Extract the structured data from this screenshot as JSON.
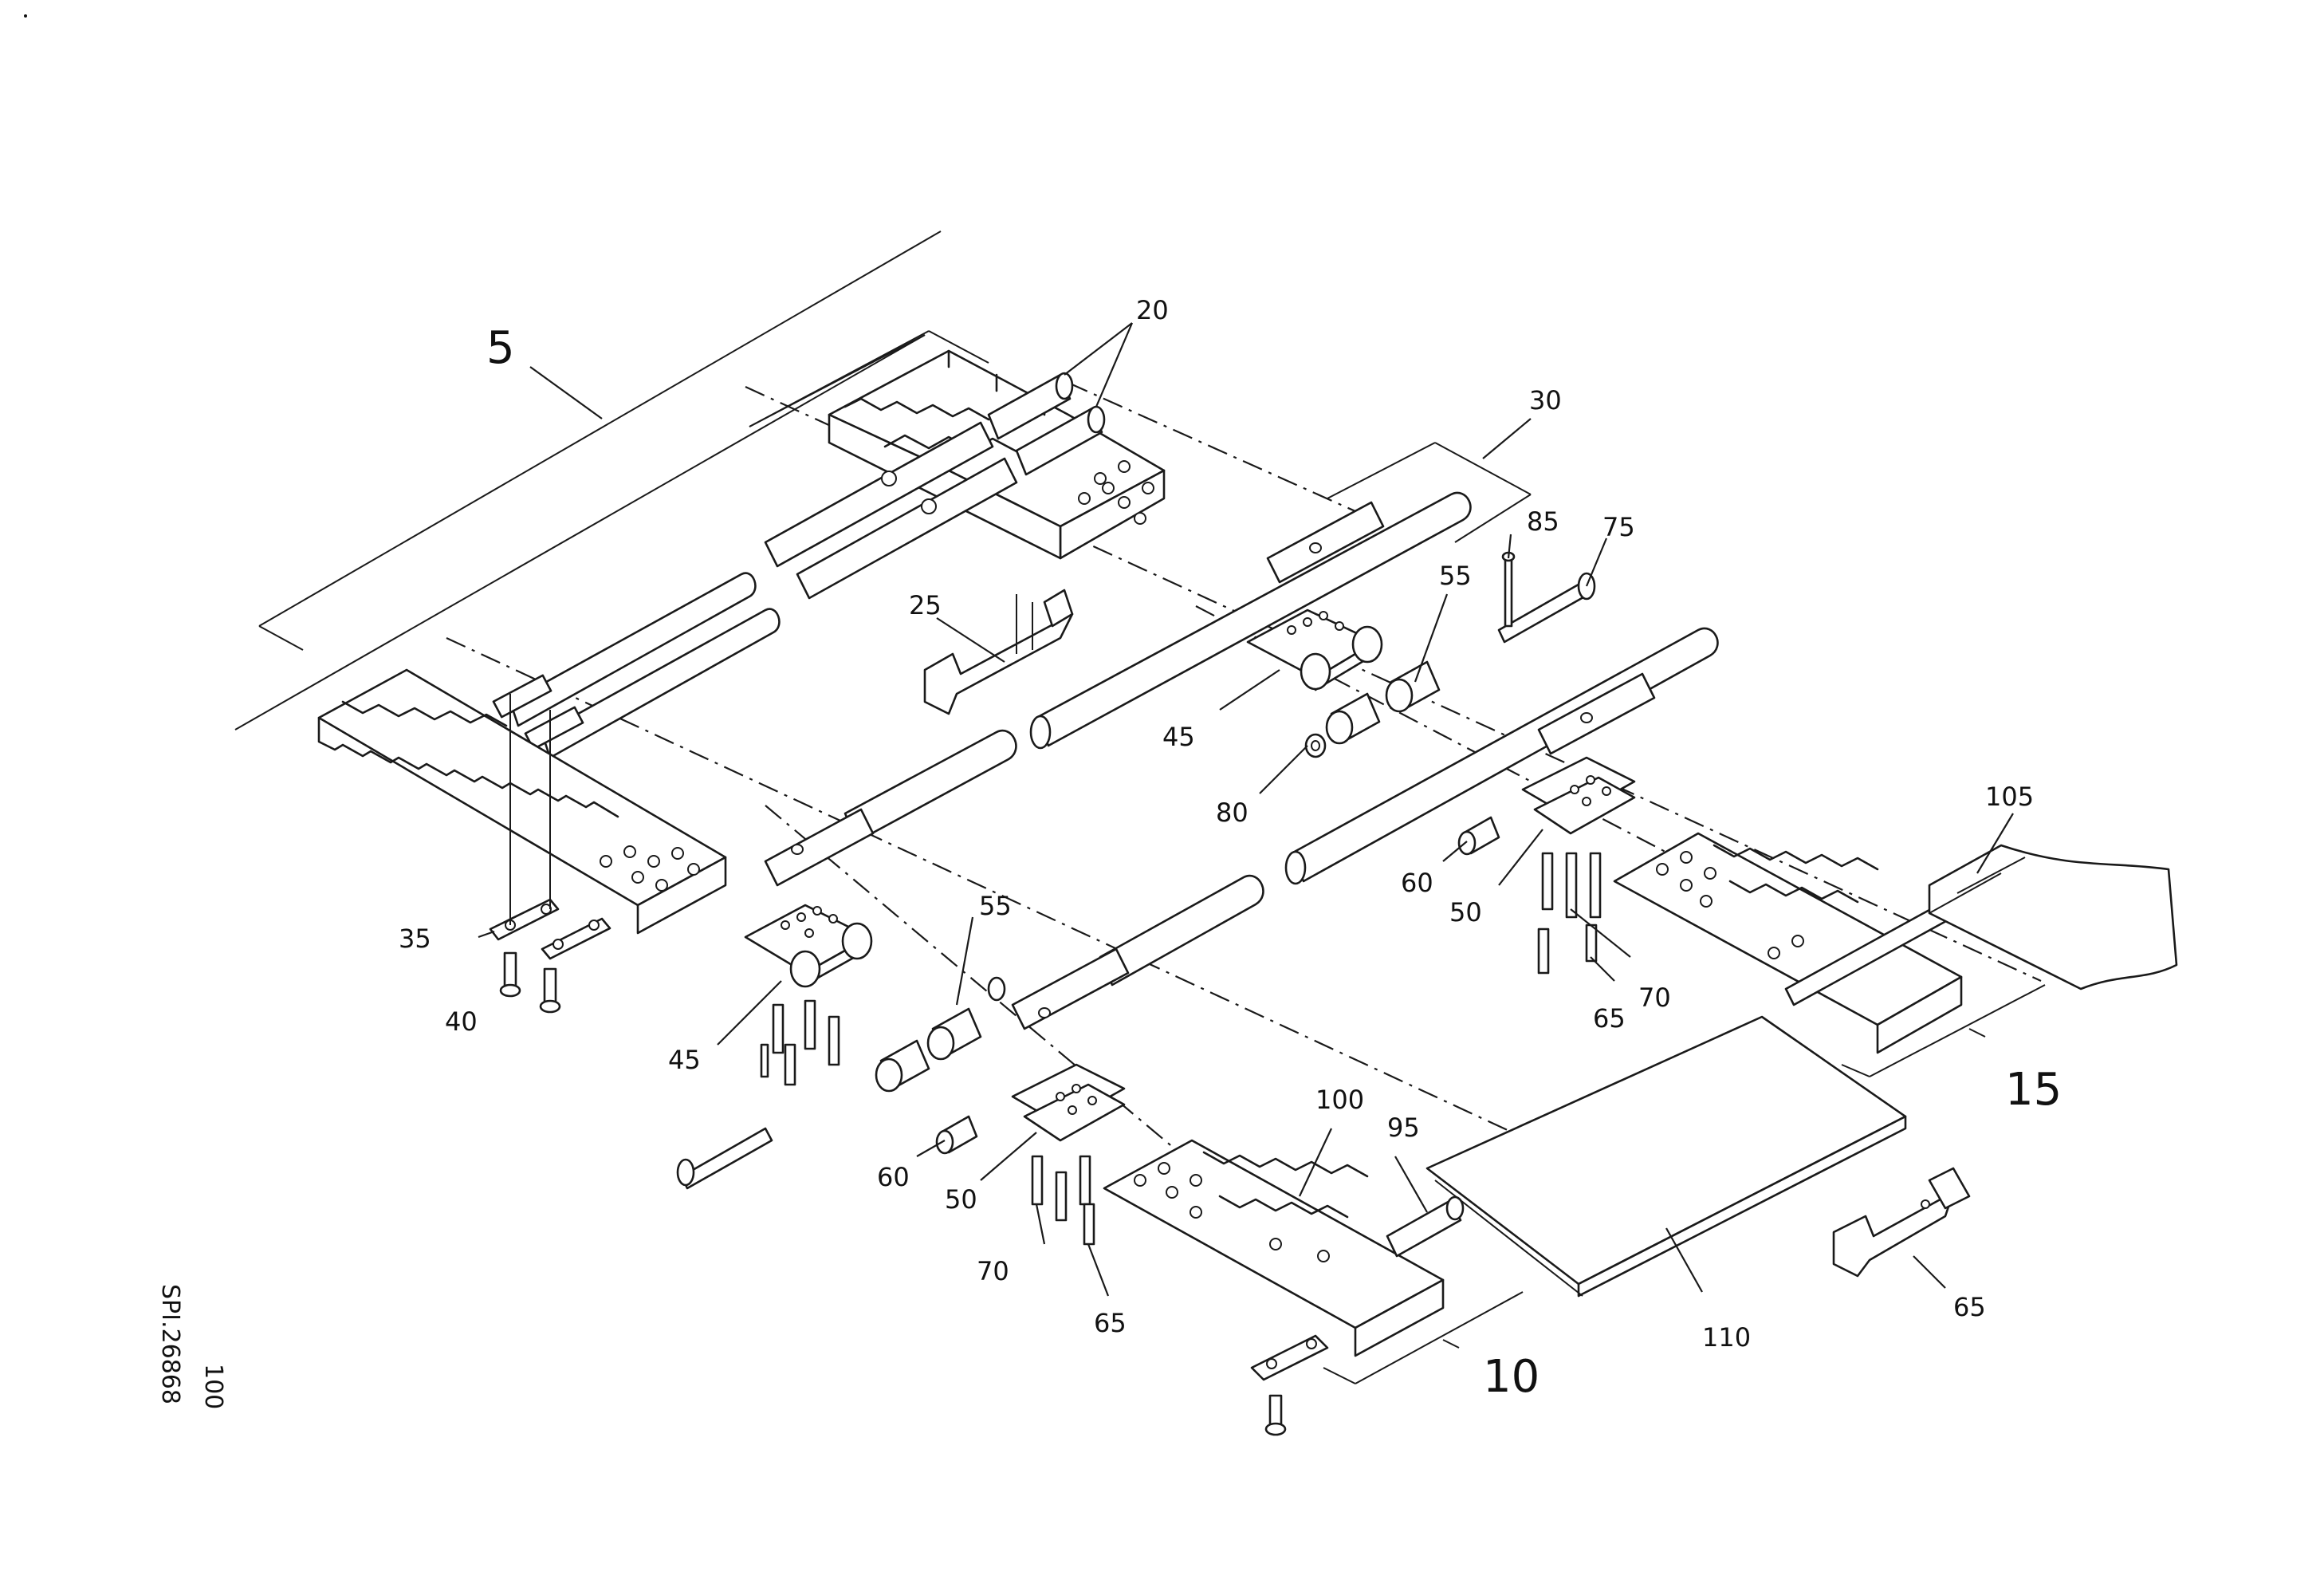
{
  "callouts": {
    "c5": "5",
    "c10": "10",
    "c15": "15",
    "c20": "20",
    "c25": "25",
    "c30": "30",
    "c35": "35",
    "c40": "40",
    "c45a": "45",
    "c45b": "45",
    "c50a": "50",
    "c50b": "50",
    "c55a": "55",
    "c55b": "55",
    "c60a": "60",
    "c60b": "60",
    "c65a": "65",
    "c65b": "65",
    "c65c": "65",
    "c70a": "70",
    "c70b": "70",
    "c75": "75",
    "c80": "80",
    "c85": "85",
    "c95": "95",
    "c100": "100",
    "c105": "105",
    "c110": "110"
  },
  "sheet": {
    "page_number": "100",
    "drawing_code": "SPI.26868"
  }
}
